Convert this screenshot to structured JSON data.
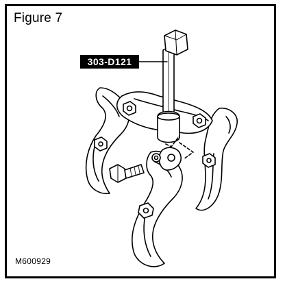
{
  "figure": {
    "title": "Figure 7",
    "ref_code": "M600929"
  },
  "callout": {
    "label": "303-D121"
  },
  "colors": {
    "line": "#000000",
    "background": "#ffffff",
    "callout_fill": "#000000",
    "callout_text": "#ffffff"
  }
}
